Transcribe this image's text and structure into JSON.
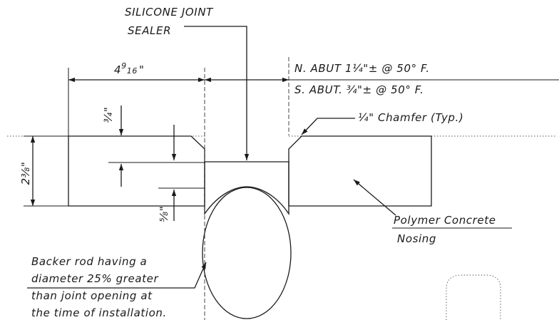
{
  "labels": {
    "sealer_line1": "SILICONE JOINT",
    "sealer_line2": "SEALER",
    "width_dim": "4",
    "width_frac_num": "9",
    "width_frac_den": "16",
    "width_inch": "\"",
    "n_abut": "N. ABUT 1¼\"± @ 50° F.",
    "s_abut": "S. ABUT. ¾\"± @ 50° F.",
    "chamfer": "¼\" Chamfer (Typ.)",
    "depth_dim": "2⅜\"",
    "three_quarter": "¾\"",
    "five_eighth": "⅝\"",
    "nosing_line1": "Polymer Concrete",
    "nosing_line2": "Nosing",
    "backer_line1": "Backer rod having a",
    "backer_line2": "diameter 25% greater",
    "backer_line3": "than joint opening at",
    "backer_line4": "the time of installation."
  },
  "colors": {
    "ink": "#1a1a1a",
    "stipple": "#777777"
  }
}
